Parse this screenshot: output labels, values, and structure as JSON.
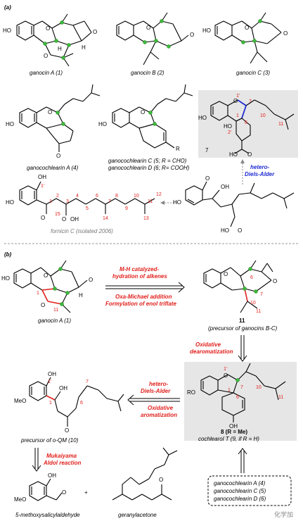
{
  "panels": {
    "a_label": "(a)",
    "b_label": "(b)"
  },
  "compounds": {
    "ganocin_a": "ganocin A (1)",
    "ganocin_b": "ganocin B (2)",
    "ganocin_c": "ganocin C (3)",
    "ganocochlearin_a": "ganocochlearin A (4)",
    "ganocochlearin_cd_1": "ganocochlearin C (5; R = CHO)",
    "ganocochlearin_cd_2": "ganocochlearin D (6; R= COOH)",
    "fornicin_c": "fornicin C (isolated 2006)",
    "compound_7": "7",
    "ganocin_a_b": "ganocin A (1)",
    "compound_11_num": "11",
    "compound_11_desc": "(precursor of ganocins B-C)",
    "compound_8": "8 (R = Me)",
    "compound_9": "cochlearol T (9, if R = H)",
    "compound_10": "precursor of o-QM (10)",
    "salicylaldehyde": "5-methoxysalicylaldehyde",
    "geranylacetone": "geranylacetone",
    "box_1": "ganocochlearin A (4)",
    "box_2": "ganocochlearin C (5)",
    "box_3": "ganocochlearin D (6)"
  },
  "reactions": {
    "hda_top_1": "hetero-",
    "hda_top_2": "Diels-Alder",
    "mh_1": "M-H catalyzed-",
    "mh_2": "hydration of alkenes",
    "oxa_1": "Oxa-Michael addition",
    "oxa_2": "Formylation of enol triflate",
    "ox_dearom_1": "Oxidative",
    "ox_dearom_2": "dearomatization",
    "hda_b_1": "hetero-",
    "hda_b_2": "Diels-Alder",
    "ox_arom_1": "Oxidative",
    "ox_arom_2": "aromatization",
    "mukaiyama_1": "Mukaiyama",
    "mukaiyama_2": "Aldol reaction"
  },
  "atoms": {
    "HO": "HO",
    "O": "O",
    "H": "H",
    "OH": "OH",
    "R": "R",
    "MeO": "MeO",
    "RO": "RO",
    "plus": "+"
  },
  "numbering": {
    "n1p": "1'",
    "n1": "1",
    "n2": "2",
    "n3": "3",
    "n4": "4",
    "n5": "5",
    "n6": "6",
    "n7": "7",
    "n8": "8",
    "n9": "9",
    "n10": "10",
    "n11": "11",
    "n12": "12",
    "n13": "13",
    "n14": "14",
    "n15": "15",
    "n2p": "2'"
  },
  "watermark": "化学加",
  "colors": {
    "red": "#e0201c",
    "blue": "#1f2bd1",
    "green": "#3dbb3a",
    "box": "#e6e6e6"
  }
}
